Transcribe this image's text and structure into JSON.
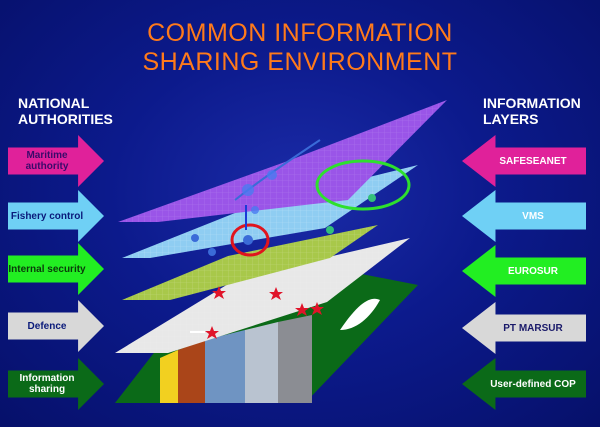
{
  "title": {
    "line1": "COMMON INFORMATION",
    "line2": "SHARING ENVIRONMENT"
  },
  "left_header": {
    "line1": "NATIONAL",
    "line2": "AUTHORITIES"
  },
  "right_header": {
    "line1": "INFORMATION",
    "line2": "LAYERS"
  },
  "authorities": [
    {
      "label": "Maritime authority",
      "color": "#e0219a",
      "text_color": "#3a0a6a"
    },
    {
      "label": "Fishery control",
      "color": "#6fd0f5",
      "text_color": "#0a1a7a"
    },
    {
      "label": "Internal security",
      "color": "#22ee22",
      "text_color": "#0a3a0a"
    },
    {
      "label": "Defence",
      "color": "#d8d8d8",
      "text_color": "#0a1a7a"
    },
    {
      "label": "Information sharing",
      "color": "#0b6a18",
      "text_color": "#ffffff"
    }
  ],
  "layers": [
    {
      "label": "SAFESEANET",
      "color": "#e0219a",
      "text_color": "#ffffff"
    },
    {
      "label": "VMS",
      "color": "#6fd0f5",
      "text_color": "#ffffff"
    },
    {
      "label": "EUROSUR",
      "color": "#22ee22",
      "text_color": "#ffffff"
    },
    {
      "label": "PT MARSUR",
      "color": "#d8d8d8",
      "text_color": "#1a1a6a"
    },
    {
      "label": "User-defined COP",
      "color": "#0b6a18",
      "text_color": "#ffffff"
    }
  ],
  "colors": {
    "title": "#ff7a1a",
    "background": "#0c1a8c",
    "plane_purple": "#9a55e8",
    "plane_lightblue": "#8fcdf2",
    "plane_olive": "#a8c84a",
    "plane_white": "#e8e8e8",
    "plane_green": "#0b6a18"
  },
  "icons": [
    "star-icon",
    "circle-marker-icon",
    "vessel-icon"
  ]
}
